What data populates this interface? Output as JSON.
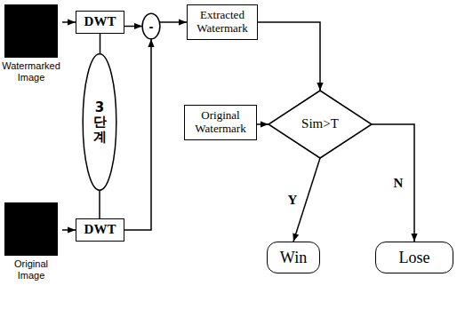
{
  "diagram": {
    "nodes": [
      {
        "text": [
          "Watermarked Image"
        ]
      },
      {
        "text": [
          "Original Image"
        ]
      },
      {
        "text": [
          "DWT"
        ]
      },
      {
        "text": [
          "3단계"
        ]
      },
      {
        "text": [
          "DWT"
        ]
      },
      {
        "text": [
          "-"
        ]
      },
      {
        "text": [
          "Extracted Watermark"
        ]
      },
      {
        "text": [
          "Original Watermark"
        ]
      },
      {
        "text": [
          "Sim>T"
        ]
      },
      {
        "text": [
          "Win"
        ]
      },
      {
        "text": [
          "Lose"
        ]
      }
    ],
    "edges": [
      {
        "from": 0,
        "to": 2,
        "arrow": "to"
      },
      {
        "from": 1,
        "to": 4,
        "arrow": "to"
      },
      {
        "from": 2,
        "to": 5,
        "arrow": "to"
      },
      {
        "from": 4,
        "to": 5,
        "arrow": "to"
      },
      {
        "from": 2,
        "to": 3,
        "arrow": "none"
      },
      {
        "from": 3,
        "to": 4,
        "arrow": "none"
      },
      {
        "from": 5,
        "to": 6,
        "arrow": "to"
      },
      {
        "from": 6,
        "to": 8,
        "arrow": "to"
      },
      {
        "from": 7,
        "to": 8,
        "arrow": "to"
      },
      {
        "from": 8,
        "to": 9,
        "label": "Y",
        "arrow": "to"
      },
      {
        "from": 8,
        "to": 10,
        "label": "N",
        "arrow": "to"
      }
    ]
  }
}
